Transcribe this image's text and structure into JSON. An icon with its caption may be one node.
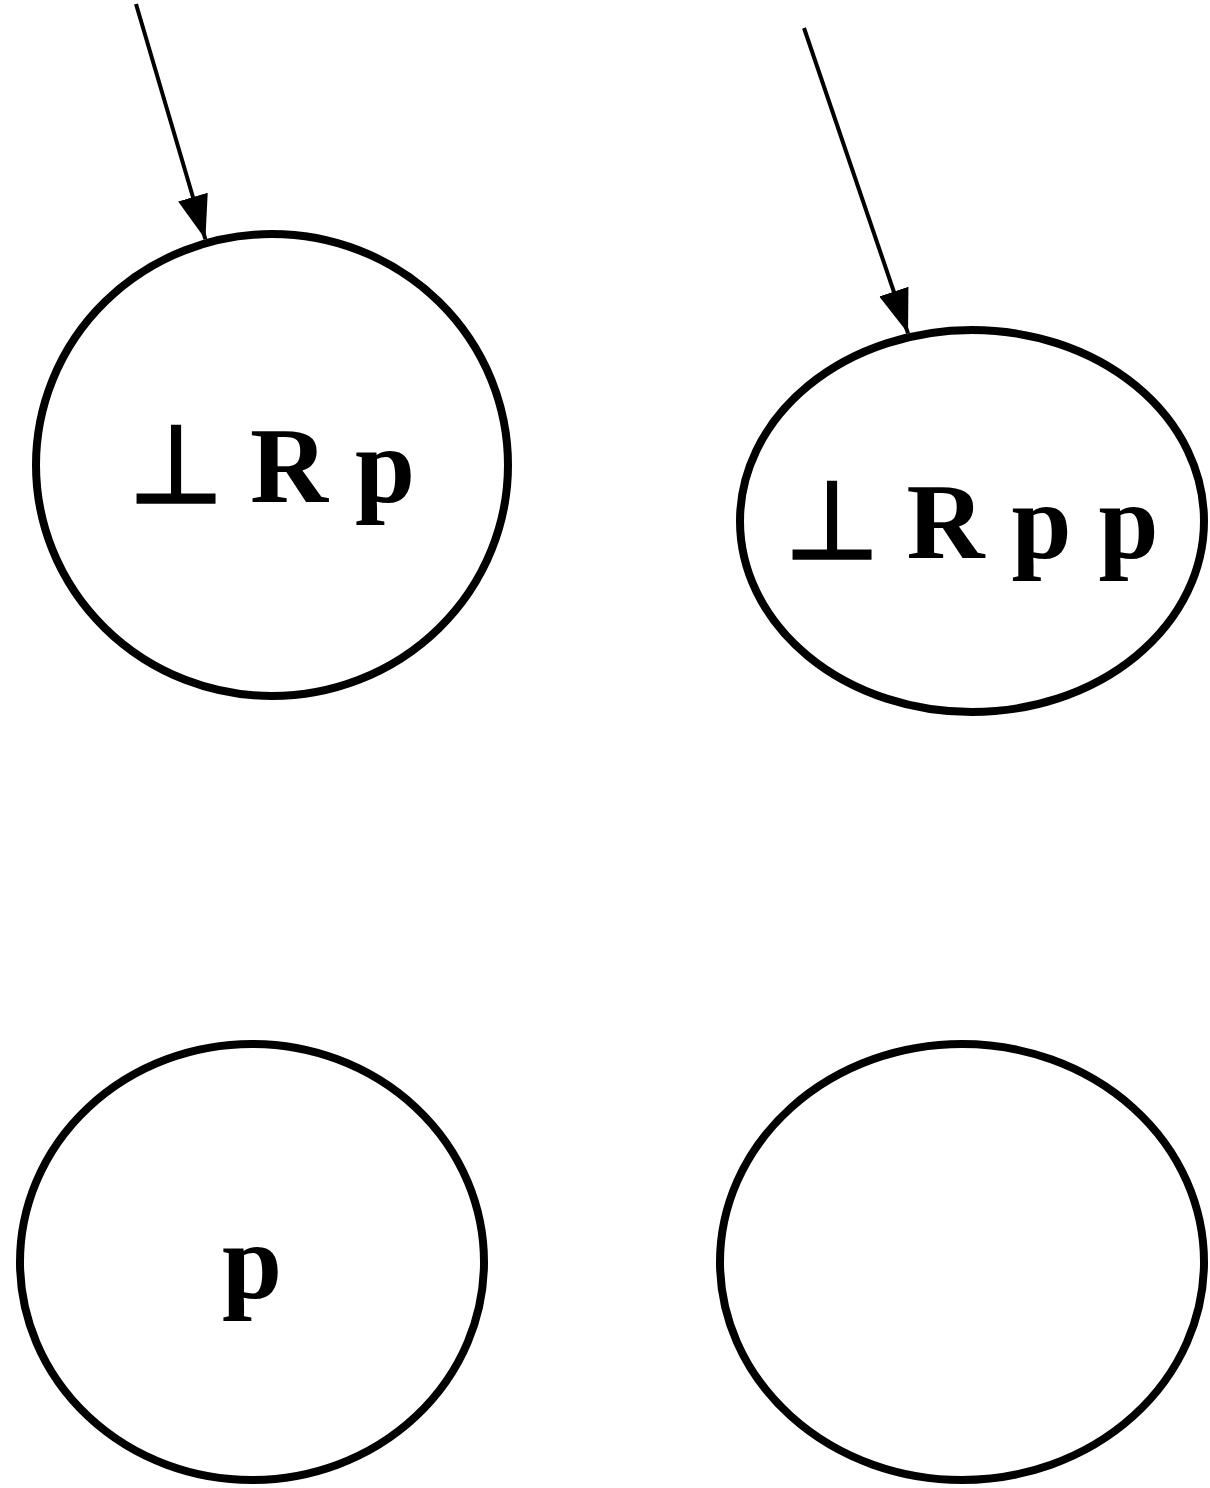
{
  "diagram": {
    "nodes": [
      {
        "text": [
          "⊥ R p"
        ]
      },
      {
        "text": [
          "⊥ R p p"
        ]
      },
      {
        "text": [
          "p"
        ]
      },
      {
        "text": [],
        "shape": "circle"
      }
    ],
    "edges": [
      {
        "from": null,
        "to": 0,
        "arrow": "to"
      },
      {
        "from": null,
        "to": 1,
        "arrow": "to"
      }
    ]
  }
}
